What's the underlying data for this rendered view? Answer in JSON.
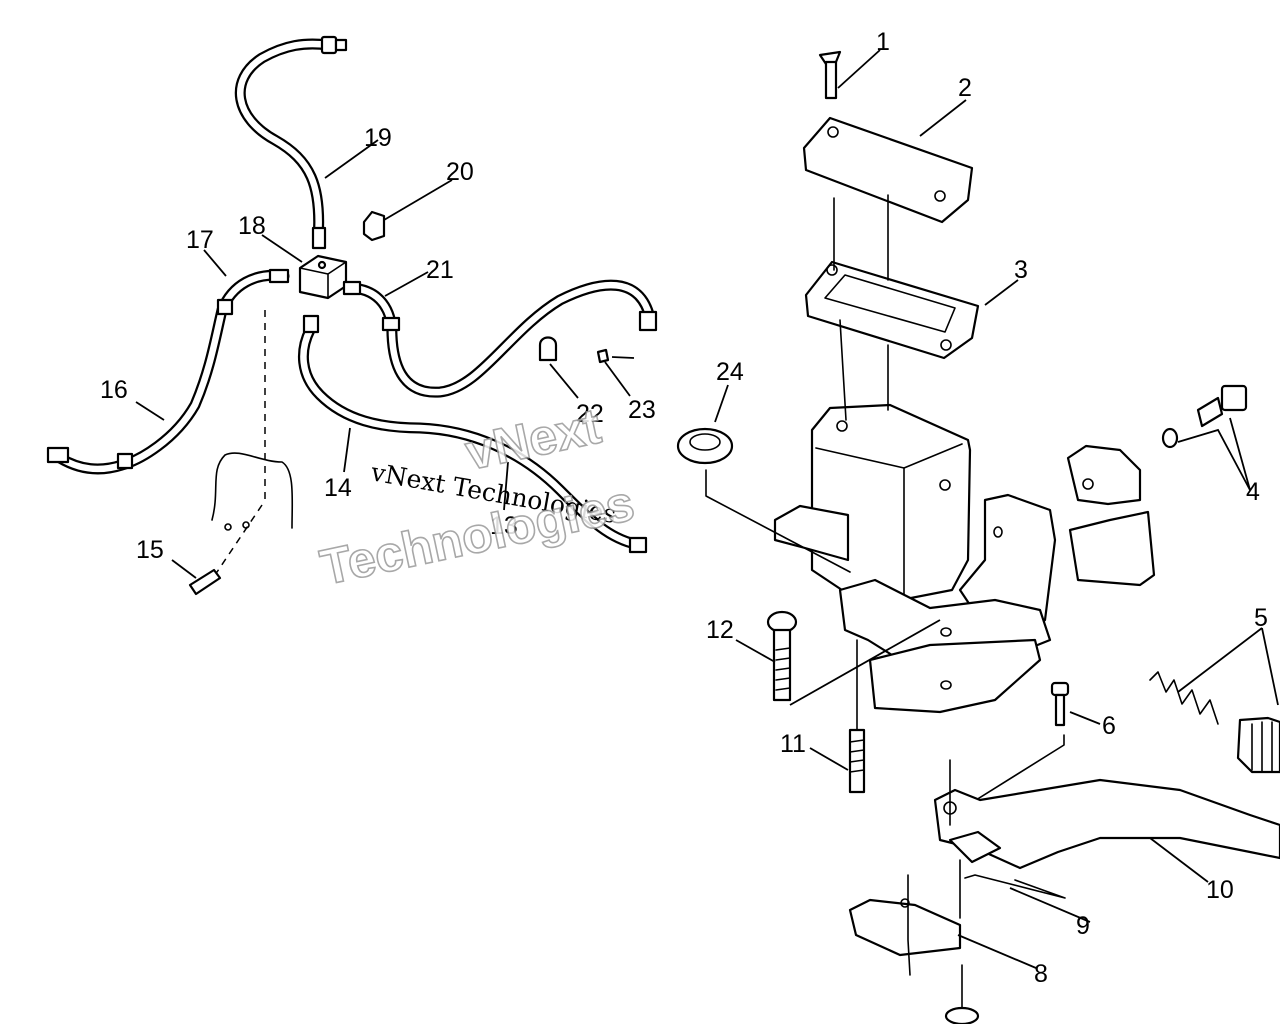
{
  "diagram": {
    "callouts": [
      "1",
      "2",
      "3",
      "4",
      "5",
      "6",
      "8",
      "9",
      "10",
      "11",
      "12",
      "13",
      "14",
      "15",
      "16",
      "17",
      "18",
      "19",
      "20",
      "21",
      "22",
      "23",
      "24"
    ],
    "watermarks": {
      "small": "vNext Technologies",
      "large_line1": "vNext",
      "large_line2": "Technologies"
    }
  }
}
